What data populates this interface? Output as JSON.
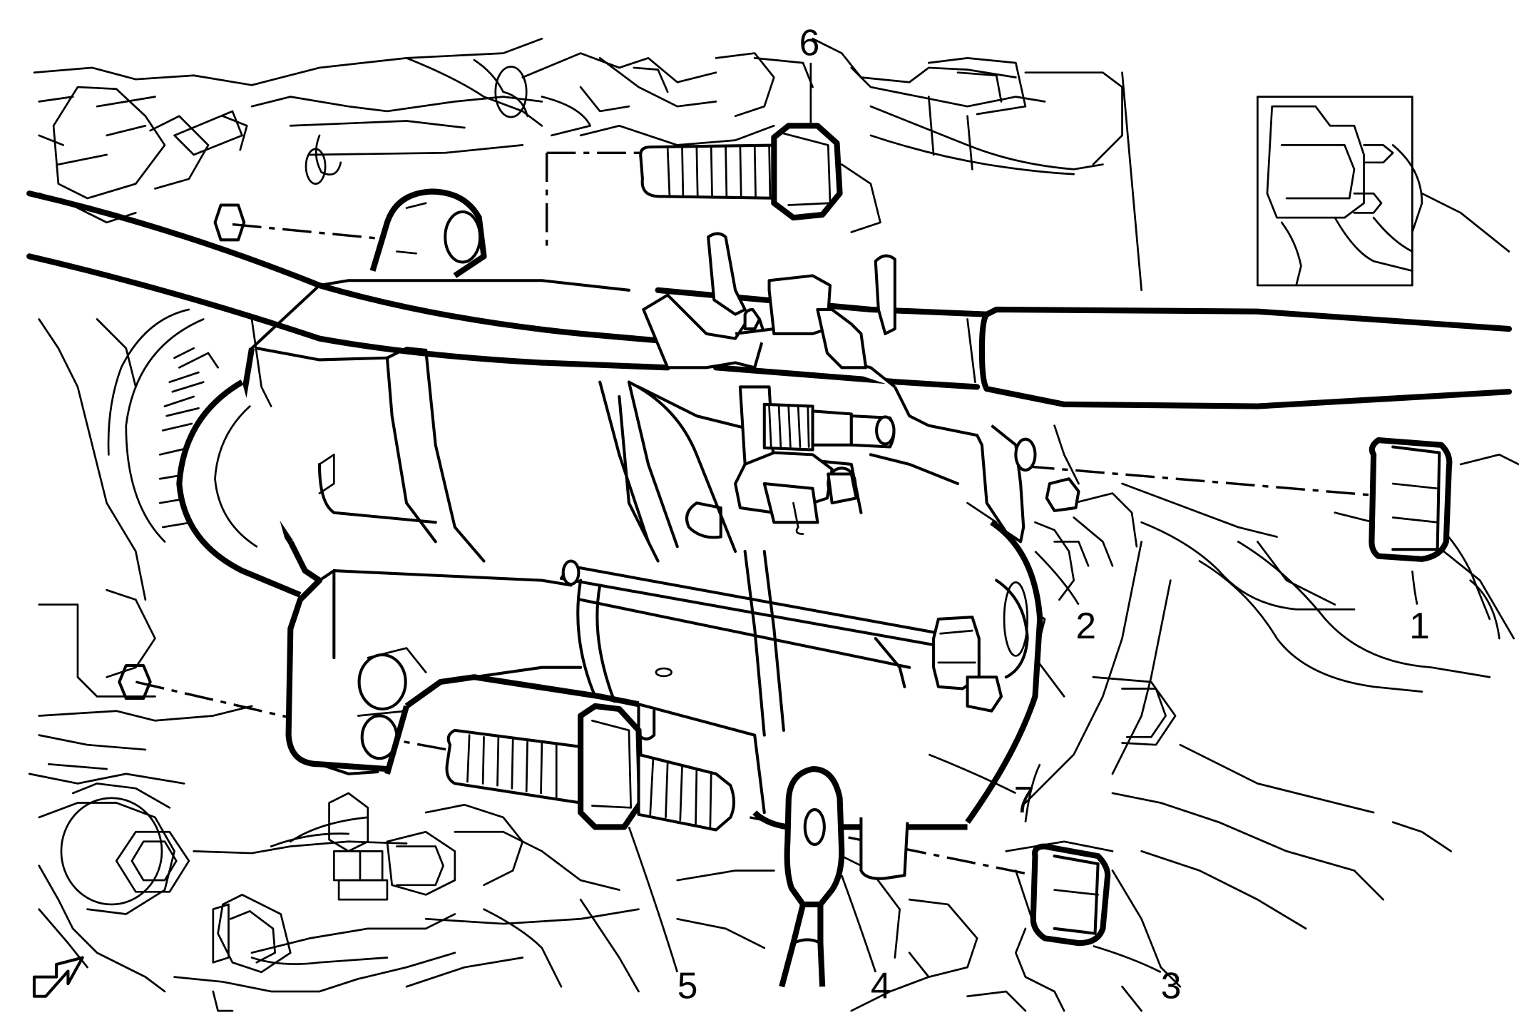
{
  "diagram": {
    "callouts": [
      {
        "id": "1",
        "text": "1"
      },
      {
        "id": "2",
        "text": "2"
      },
      {
        "id": "3",
        "text": "3"
      },
      {
        "id": "4",
        "text": "4"
      },
      {
        "id": "5",
        "text": "5"
      },
      {
        "id": "6",
        "text": "6"
      },
      {
        "id": "7",
        "text": "7"
      }
    ],
    "icons": [
      "view-direction-arrow-icon"
    ]
  }
}
